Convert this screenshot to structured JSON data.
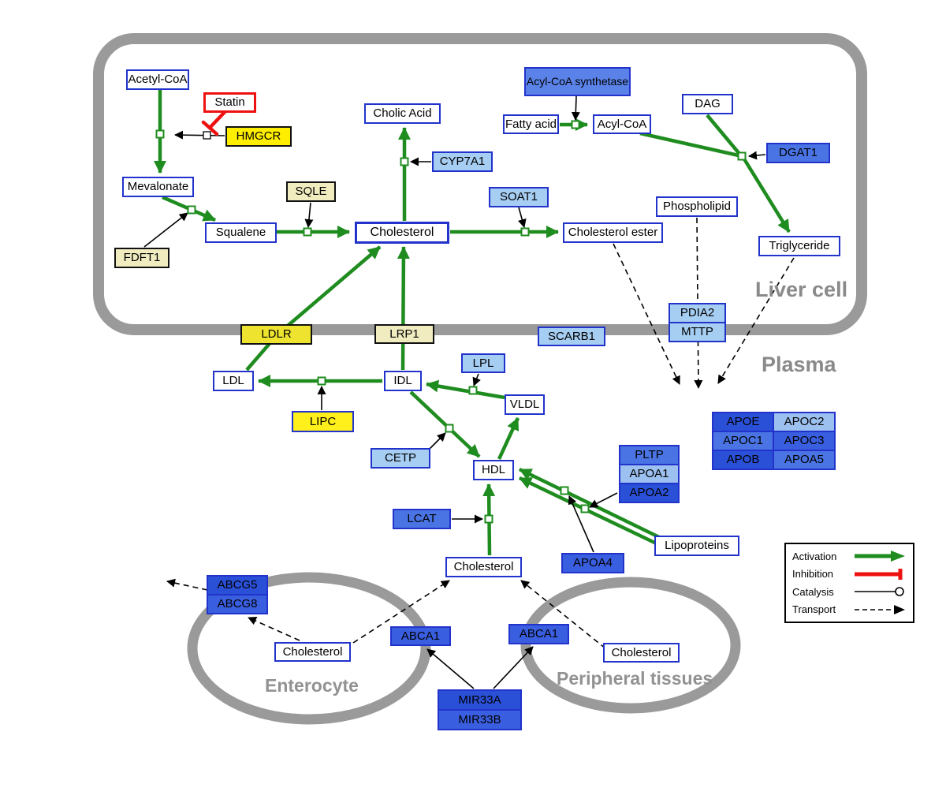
{
  "regions": {
    "liver": {
      "label": "Liver cell"
    },
    "plasma": {
      "label": "Plasma"
    },
    "enterocyte": {
      "label": "Enterocyte"
    },
    "peripheral": {
      "label": "Peripheral tissues"
    }
  },
  "nodes": {
    "acetyl_coa": {
      "label": "Acetyl-CoA"
    },
    "statin": {
      "label": "Statin"
    },
    "hmgcr": {
      "label": "HMGCR"
    },
    "mevalonate": {
      "label": "Mevalonate"
    },
    "sqle": {
      "label": "SQLE"
    },
    "fdft1": {
      "label": "FDFT1"
    },
    "squalene": {
      "label": "Squalene"
    },
    "cholesterol_liver": {
      "label": "Cholesterol"
    },
    "cholic_acid": {
      "label": "Cholic Acid"
    },
    "cyp7a1": {
      "label": "CYP7A1"
    },
    "soat1": {
      "label": "SOAT1"
    },
    "cholesterol_ester": {
      "label": "Cholesterol ester"
    },
    "acyl_coa_synthetase": {
      "label": "Acyl-CoA synthetase"
    },
    "fatty_acid": {
      "label": "Fatty acid"
    },
    "acyl_coa": {
      "label": "Acyl-CoA"
    },
    "dag": {
      "label": "DAG"
    },
    "dgat1": {
      "label": "DGAT1"
    },
    "phospholipid": {
      "label": "Phospholipid"
    },
    "triglyceride": {
      "label": "Triglyceride"
    },
    "ldlr": {
      "label": "LDLR"
    },
    "lrp1": {
      "label": "LRP1"
    },
    "scarb1": {
      "label": "SCARB1"
    },
    "pdia2": {
      "label": "PDIA2"
    },
    "mttp": {
      "label": "MTTP"
    },
    "ldl": {
      "label": "LDL"
    },
    "idl": {
      "label": "IDL"
    },
    "lpl": {
      "label": "LPL"
    },
    "vldl": {
      "label": "VLDL"
    },
    "lipc": {
      "label": "LIPC"
    },
    "cetp": {
      "label": "CETP"
    },
    "hdl": {
      "label": "HDL"
    },
    "lcat": {
      "label": "LCAT"
    },
    "pltp": {
      "label": "PLTP"
    },
    "apoa1": {
      "label": "APOA1"
    },
    "apoa2": {
      "label": "APOA2"
    },
    "apoa4": {
      "label": "APOA4"
    },
    "lipoproteins": {
      "label": "Lipoproteins"
    },
    "cholesterol_plasma": {
      "label": "Cholesterol"
    },
    "apoe": {
      "label": "APOE"
    },
    "apoc2": {
      "label": "APOC2"
    },
    "apoc1": {
      "label": "APOC1"
    },
    "apoc3": {
      "label": "APOC3"
    },
    "apob": {
      "label": "APOB"
    },
    "apoa5": {
      "label": "APOA5"
    },
    "abcg5": {
      "label": "ABCG5"
    },
    "abcg8": {
      "label": "ABCG8"
    },
    "cholesterol_enterocyte": {
      "label": "Cholesterol"
    },
    "abca1_enterocyte": {
      "label": "ABCA1"
    },
    "abca1_peripheral": {
      "label": "ABCA1"
    },
    "cholesterol_peripheral": {
      "label": "Cholesterol"
    },
    "mir33a": {
      "label": "MIR33A"
    },
    "mir33b": {
      "label": "MIR33B"
    }
  },
  "legend": {
    "activation": "Activation",
    "inhibition": "Inhibition",
    "catalysis": "Catalysis",
    "transport": "Transport"
  },
  "colors": {
    "activation_green": "#1f8c1f",
    "inhibition_red": "#ee1111",
    "membrane_gray": "#9a9a9a",
    "gene_blue_dark": "#2b50d8",
    "gene_blue_medium": "#4a74e4",
    "gene_blue_light": "#a6cdf2",
    "enzyme_yellow": "#ffee00",
    "enzyme_cream": "#f0ecc0",
    "border_blue": "#2233cc"
  }
}
